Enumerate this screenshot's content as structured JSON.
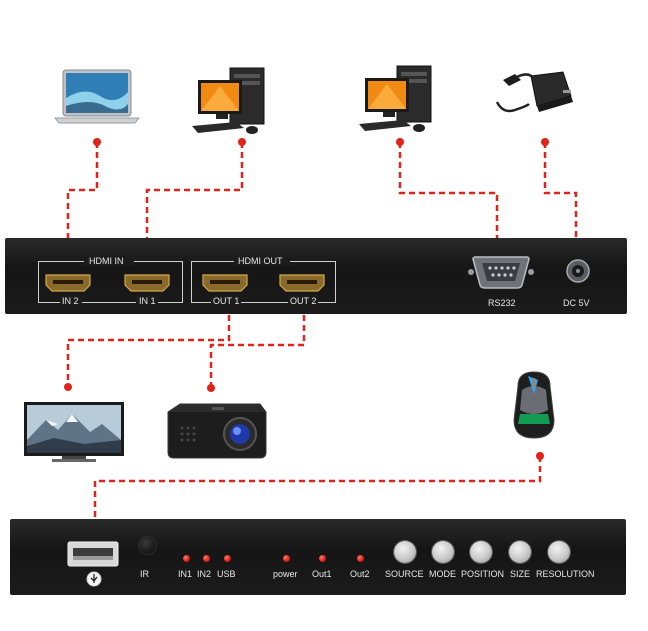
{
  "front_panel": {
    "hdmi_in_title": "HDMI IN",
    "hdmi_out_title": "HDMI OUT",
    "ports": {
      "in2": "IN 2",
      "in1": "IN 1",
      "out1": "OUT 1",
      "out2": "OUT 2",
      "rs232": "RS232",
      "dc": "DC 5V"
    }
  },
  "control_panel": {
    "ir": "IR",
    "leds": [
      "IN1",
      "IN2",
      "USB",
      "power",
      "Out1",
      "Out2"
    ],
    "buttons": [
      "SOURCE",
      "MODE",
      "POSITION",
      "SIZE",
      "RESOLUTION"
    ]
  },
  "colors": {
    "wire": "#e2231a",
    "panel": "#1b1b1b"
  },
  "devices": [
    "laptop-icon",
    "desktop-pc-icon",
    "desktop-pc-icon",
    "power-adapter-icon",
    "tv-monitor-icon",
    "projector-icon",
    "gaming-mouse-icon"
  ]
}
